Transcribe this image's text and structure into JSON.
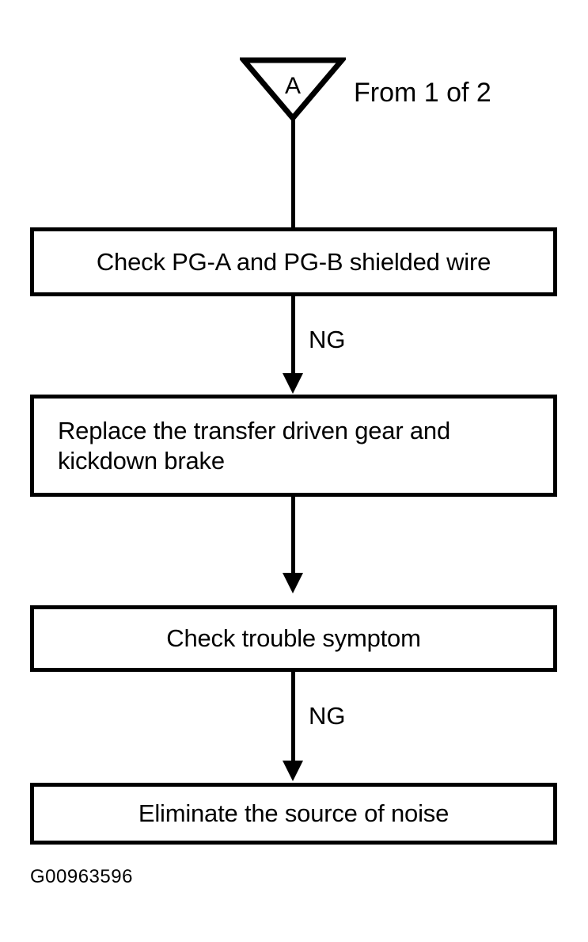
{
  "figure": {
    "id_caption": "G00963596",
    "type": "troubleshooting-flowchart"
  },
  "entry_connector": {
    "shape": "inverted-triangle",
    "letter": "A",
    "note": "From 1 of 2"
  },
  "nodes": [
    {
      "id": "node-check-shielded-wire",
      "text": "Check PG-A and PG-B shielded wire",
      "align": "center"
    },
    {
      "id": "node-replace-gear",
      "line1": "Replace the transfer driven gear and",
      "line2": "kickdown brake",
      "align": "left"
    },
    {
      "id": "node-check-trouble-symptom",
      "text": "Check trouble symptom",
      "align": "center"
    },
    {
      "id": "node-eliminate-noise",
      "text": "Eliminate the source of noise",
      "align": "center"
    }
  ],
  "edges": [
    {
      "id": "edge-entry-to-1",
      "label": "",
      "arrow": false
    },
    {
      "id": "edge-1-to-2",
      "label": "NG",
      "arrow": true
    },
    {
      "id": "edge-2-to-3",
      "label": "",
      "arrow": true
    },
    {
      "id": "edge-3-to-4",
      "label": "NG",
      "arrow": true
    }
  ],
  "colors": {
    "ink": "#000000",
    "paper": "#ffffff"
  }
}
